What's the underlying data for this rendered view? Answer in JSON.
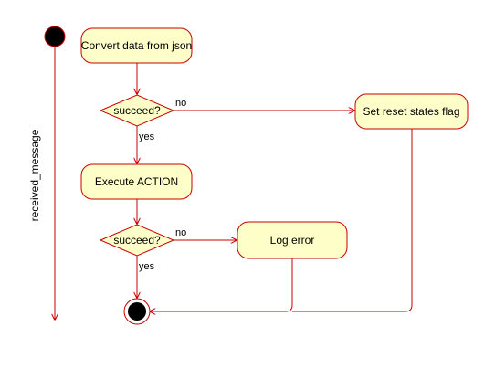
{
  "swimlane": {
    "label": "received_message"
  },
  "nodes": {
    "convert": {
      "label": "Convert data from json"
    },
    "decision1": {
      "label": "succeed?"
    },
    "reset": {
      "label": "Set reset states flag"
    },
    "execute": {
      "label": "Execute ACTION"
    },
    "decision2": {
      "label": "succeed?"
    },
    "log": {
      "label": "Log error"
    }
  },
  "edges": {
    "d1_no": {
      "label": "no"
    },
    "d1_yes": {
      "label": "yes"
    },
    "d2_no": {
      "label": "no"
    },
    "d2_yes": {
      "label": "yes"
    }
  },
  "colors": {
    "stroke": "#cc0000",
    "fill": "#fefec8",
    "node_fill": "#000000",
    "text": "#000000"
  }
}
